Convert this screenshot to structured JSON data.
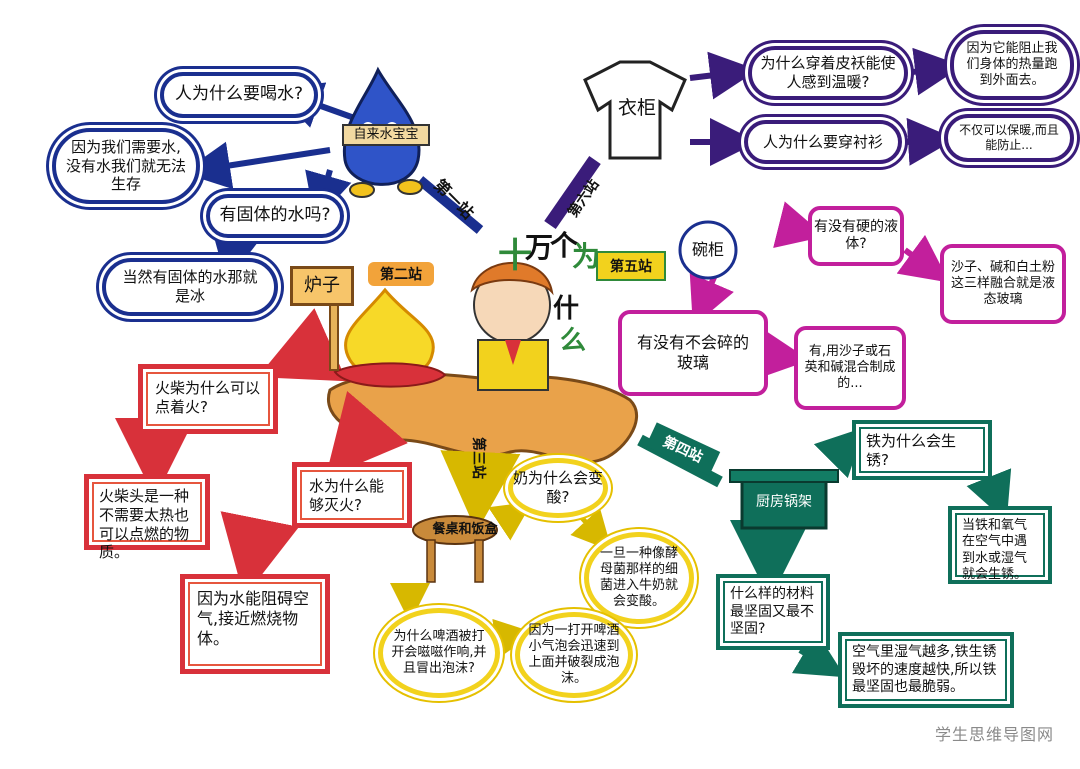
{
  "central": {
    "title_chars": [
      "十",
      "万",
      "个",
      "为",
      "什",
      "么"
    ]
  },
  "stations": {
    "s1": "第一站",
    "s2": "第二站",
    "s3": "第三站",
    "s4": "第四站",
    "s5": "第五站",
    "s6": "第六站"
  },
  "water": {
    "mascot_label": "自来水宝宝",
    "q1": "人为什么要喝水?",
    "a1": "因为我们需要水,没有水我们就无法生存",
    "q2": "有固体的水吗?",
    "a2": "当然有固体的水那就是冰"
  },
  "stove": {
    "sign_label": "炉子",
    "q1": "火柴为什么可以点着火?",
    "a1": "火柴头是一种不需要太热也可以点燃的物质。",
    "q2": "水为什么能够灭火?",
    "a2": "因为水能阻碍空气,接近燃烧物体。"
  },
  "table": {
    "label": "餐桌和饭盒",
    "q1": "奶为什么会变酸?",
    "a1": "一旦一种像酵母菌那样的细菌进入牛奶就会变酸。",
    "q2": "为什么啤酒被打开会嗞嗞作响,并且冒出泡沫?",
    "a2": "因为一打开啤酒小气泡会迅速到上面并破裂成泡沫。"
  },
  "kitchen": {
    "label": "厨房锅架",
    "q1": "铁为什么会生锈?",
    "a1": "当铁和氧气在空气中遇到水或湿气就会生锈。",
    "q2": "什么样的材料最坚固又最不坚固?",
    "a2": "空气里湿气越多,铁生锈毁坏的速度越快,所以铁最坚固也最脆弱。"
  },
  "cupboard": {
    "label": "碗柜",
    "q1": "有没有不会碎的玻璃",
    "a1": "有,用沙子或石英和碱混合制成的...",
    "q2": "有没有硬的液体?",
    "a2": "沙子、碱和白土粉这三样融合就是液态玻璃"
  },
  "wardrobe": {
    "label": "衣柜",
    "q1": "为什么穿着皮袄能使人感到温暖?",
    "a1": "因为它能阻止我们身体的热量跑到外面去。",
    "q2": "人为什么要穿衬衫",
    "a2": "不仅可以保暖,而且能防止..."
  },
  "watermark": "学生思维导图网",
  "colors": {
    "blue": "#1a2f8f",
    "purple": "#3a1c7a",
    "red": "#d8313a",
    "pink": "#c21f9c",
    "green": "#0f6f5a",
    "yellow": "#f2d21d",
    "station_green": "#2f8a3a",
    "station_orange": "#f2a33a"
  }
}
